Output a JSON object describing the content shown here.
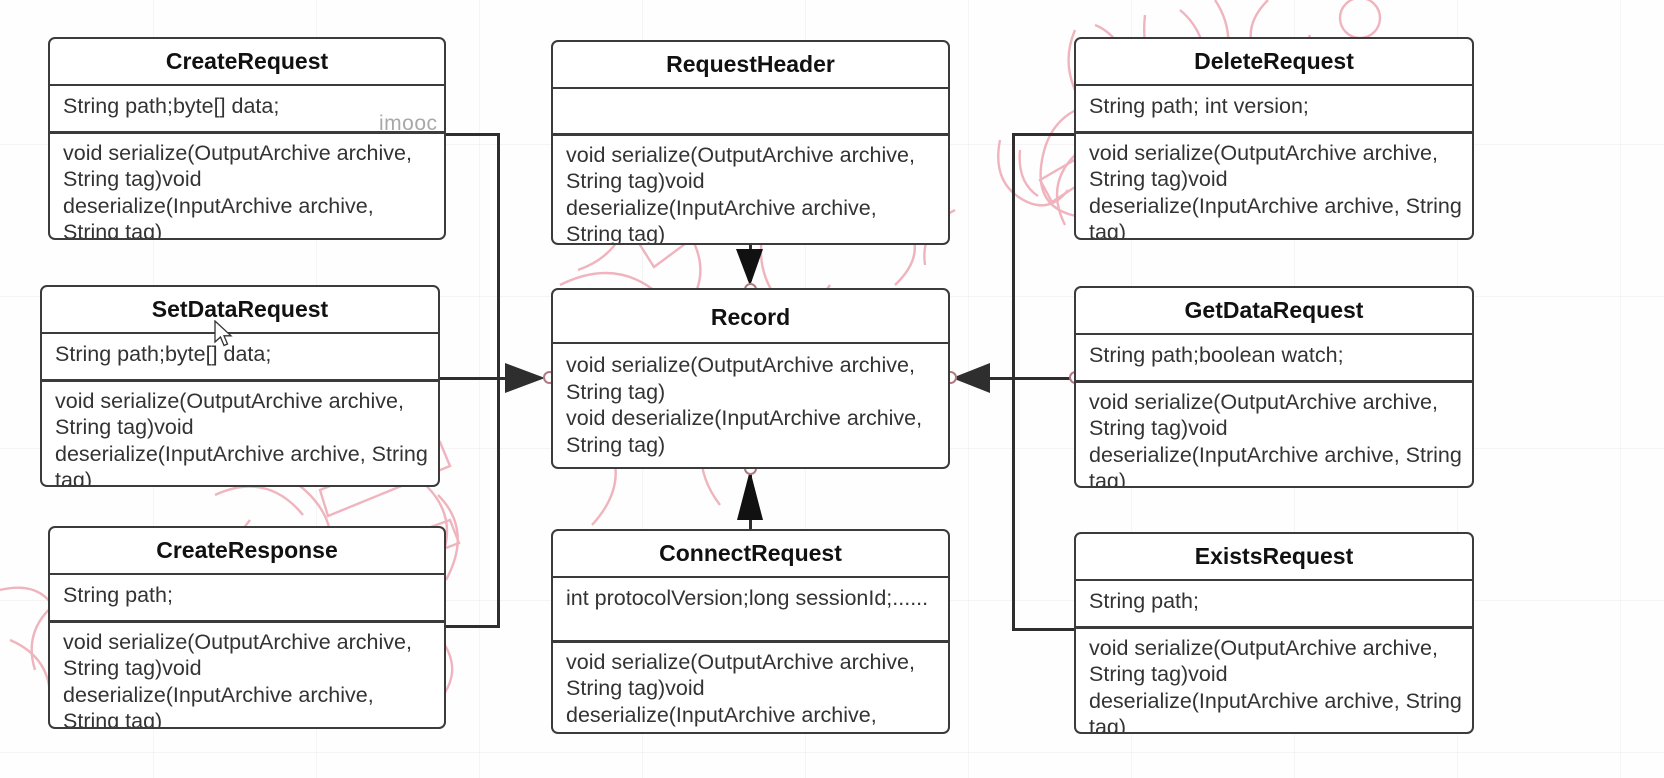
{
  "diagram": {
    "type": "uml-class-diagram",
    "watermark_text": "imooc",
    "accent_color": "#e8a0ab",
    "border_color": "#3b3b3b",
    "connector_color": "#2e2e2e",
    "anchor_color": "#b07a82",
    "common_operations": "void serialize(OutputArchive archive, String tag)void deserialize(InputArchive archive, String tag)"
  },
  "classes": [
    {
      "id": "create-request",
      "name": "CreateRequest",
      "attributes": "String path;byte[] data;",
      "operations": "void serialize(OutputArchive archive, String tag)void deserialize(InputArchive archive, String tag)"
    },
    {
      "id": "set-data-request",
      "name": "SetDataRequest",
      "attributes": "String path;byte[] data;",
      "operations": "void serialize(OutputArchive archive, String tag)void deserialize(InputArchive archive, String tag)"
    },
    {
      "id": "create-response",
      "name": "CreateResponse",
      "attributes": "String path;",
      "operations": "void serialize(OutputArchive archive, String tag)void deserialize(InputArchive archive, String tag)"
    },
    {
      "id": "request-header",
      "name": "RequestHeader",
      "attributes": "",
      "operations": "void serialize(OutputArchive archive, String tag)void deserialize(InputArchive archive, String tag)"
    },
    {
      "id": "record",
      "name": "Record",
      "attributes": null,
      "operations": "void serialize(OutputArchive archive, String tag)\nvoid deserialize(InputArchive archive, String tag)"
    },
    {
      "id": "connect-request",
      "name": "ConnectRequest",
      "attributes": "int protocolVersion;long sessionId;......",
      "operations": "void serialize(OutputArchive archive, String tag)void deserialize(InputArchive archive, String tag)"
    },
    {
      "id": "delete-request",
      "name": "DeleteRequest",
      "attributes": "String path; int version;",
      "operations": "void serialize(OutputArchive archive, String tag)void deserialize(InputArchive archive, String tag)"
    },
    {
      "id": "get-data-request",
      "name": "GetDataRequest",
      "attributes": "String path;boolean watch;",
      "operations": "void serialize(OutputArchive archive, String tag)void deserialize(InputArchive archive, String tag)"
    },
    {
      "id": "exists-request",
      "name": "ExistsRequest",
      "attributes": "String path;",
      "operations": "void serialize(OutputArchive archive, String tag)void deserialize(InputArchive archive, String tag)"
    }
  ],
  "relations": [
    {
      "from": "CreateRequest",
      "to": "Record",
      "kind": "generalization"
    },
    {
      "from": "SetDataRequest",
      "to": "Record",
      "kind": "generalization"
    },
    {
      "from": "CreateResponse",
      "to": "Record",
      "kind": "generalization"
    },
    {
      "from": "RequestHeader",
      "to": "Record",
      "kind": "generalization"
    },
    {
      "from": "ConnectRequest",
      "to": "Record",
      "kind": "generalization"
    },
    {
      "from": "DeleteRequest",
      "to": "Record",
      "kind": "generalization"
    },
    {
      "from": "GetDataRequest",
      "to": "Record",
      "kind": "generalization"
    },
    {
      "from": "ExistsRequest",
      "to": "Record",
      "kind": "generalization"
    }
  ]
}
